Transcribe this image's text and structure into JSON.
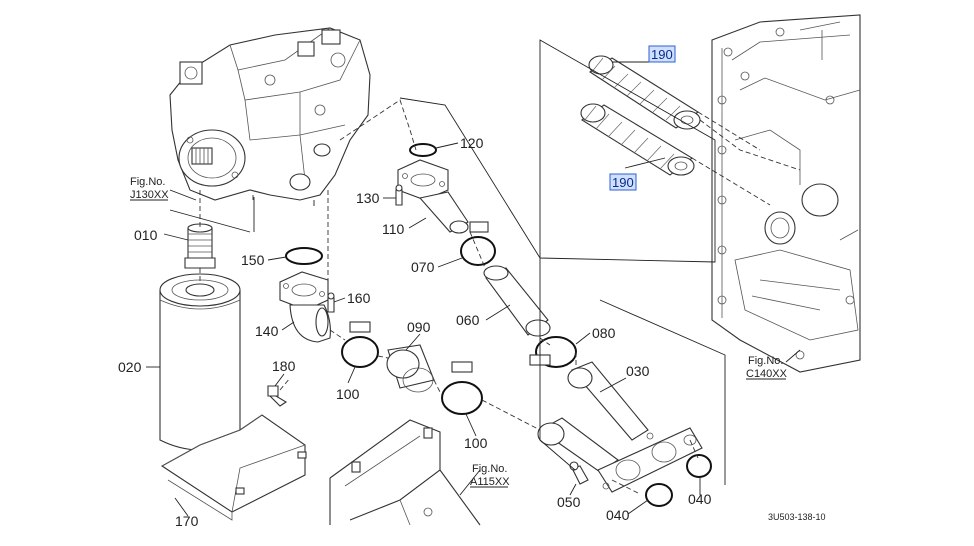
{
  "labels": {
    "p190a": "190",
    "p190b": "190",
    "p120": "120",
    "p130": "130",
    "p110": "110",
    "p070": "070",
    "p010": "010",
    "p150": "150",
    "p160": "160",
    "p140": "140",
    "p090": "090",
    "p060": "060",
    "p080": "080",
    "p020": "020",
    "p180": "180",
    "p100a": "100",
    "p100b": "100",
    "p030": "030",
    "p170": "170",
    "p050": "050",
    "p040a": "040",
    "p040b": "040"
  },
  "figure_refs": {
    "j130": {
      "title": "Fig.No.",
      "code": "J130XX"
    },
    "c140": {
      "title": "Fig.No.",
      "code": "C140XX"
    },
    "a115": {
      "title": "Fig.No.",
      "code": "A115XX"
    }
  },
  "drawing_code": "3U503-138-10",
  "colors": {
    "line": "#333333",
    "highlight_bg": "#cfe0ff",
    "highlight_border": "#2c5fd6",
    "highlight_text": "#0a2a8a"
  }
}
